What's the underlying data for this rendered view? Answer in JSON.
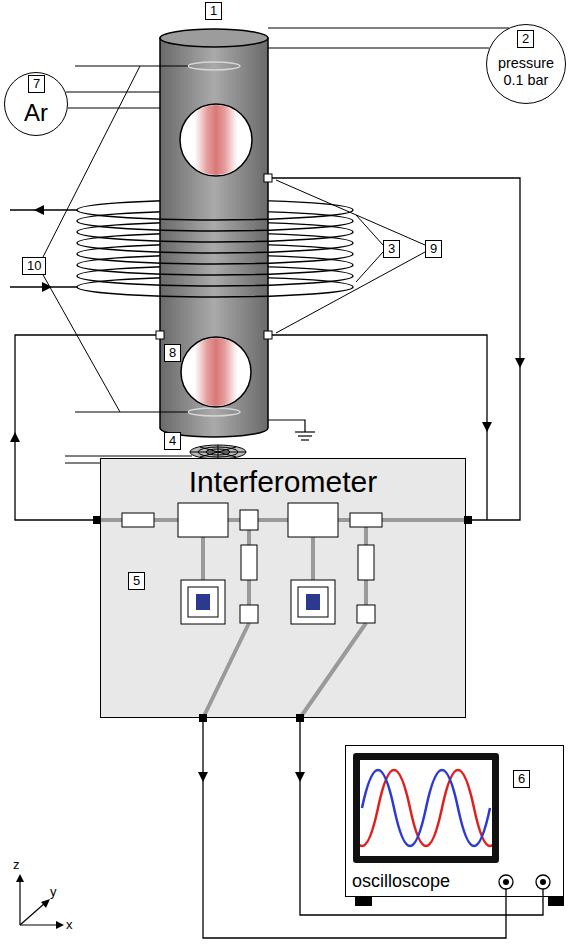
{
  "diagram": {
    "nodes": [
      {
        "text": [
          "pressure 0.1 bar"
        ]
      },
      {
        "text": [
          "Ar"
        ]
      },
      {
        "text": [
          "Interferometer"
        ]
      },
      {
        "text": [
          "oscilloscope"
        ]
      }
    ],
    "edges": [
      {
        "from": 2,
        "to": 3,
        "arrow": "to"
      },
      {
        "from": 2,
        "to": 3,
        "arrow": "to"
      }
    ],
    "labels": [
      "1",
      "2",
      "7",
      "3",
      "9",
      "10",
      "8",
      "4",
      "5",
      "6",
      "z",
      "y",
      "x"
    ]
  }
}
